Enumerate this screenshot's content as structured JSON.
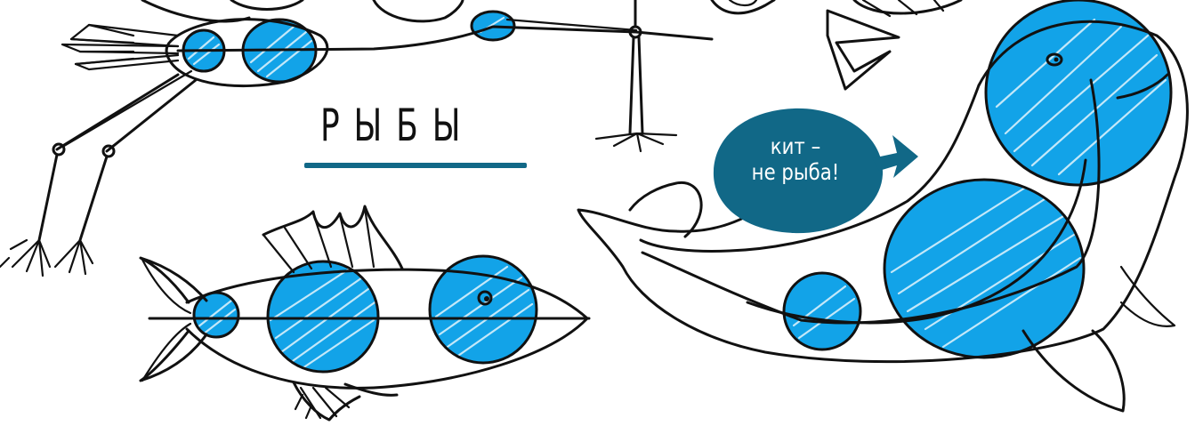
{
  "title": "РЫБЫ",
  "callout": {
    "line1": "кит –",
    "line2": "не рыба!"
  },
  "colors": {
    "blue_fill": "#12a3e8",
    "accent_teal": "#116887",
    "ink": "#111111"
  },
  "illustrations": [
    "crane-sketch",
    "fish-sketch",
    "whale-sketch",
    "bird-sketch"
  ]
}
